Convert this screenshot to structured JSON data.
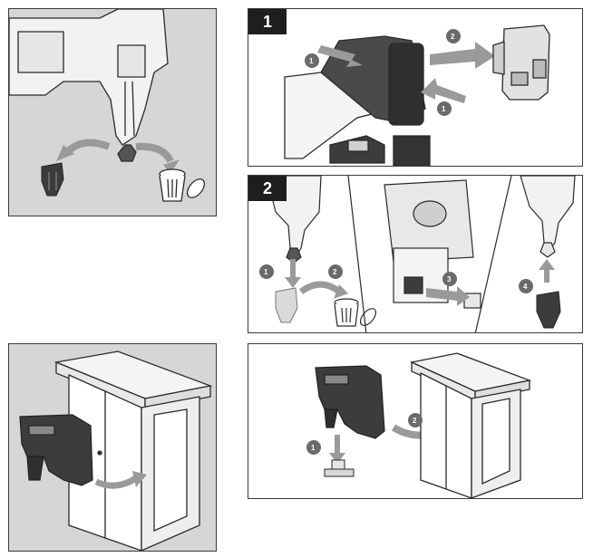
{
  "steps": [
    {
      "label": "1"
    },
    {
      "label": "2"
    }
  ],
  "callouts": {
    "step1": [
      "1",
      "2",
      "1"
    ],
    "step2": [
      "1",
      "2",
      "3",
      "4"
    ],
    "panel_bottom_right": [
      "1",
      "2"
    ]
  },
  "colors": {
    "panel_grey": "#d6d6d6",
    "arrow_grey": "#9a9a9a",
    "tool_dark": "#3c3c3c",
    "line": "#2a2a2a",
    "callout_fill": "#6a6a6a"
  },
  "icons": [
    "nailer-icon",
    "battery-icon",
    "trash-can-icon",
    "nose-guard-icon",
    "cabinet-icon",
    "arrow-icon"
  ]
}
